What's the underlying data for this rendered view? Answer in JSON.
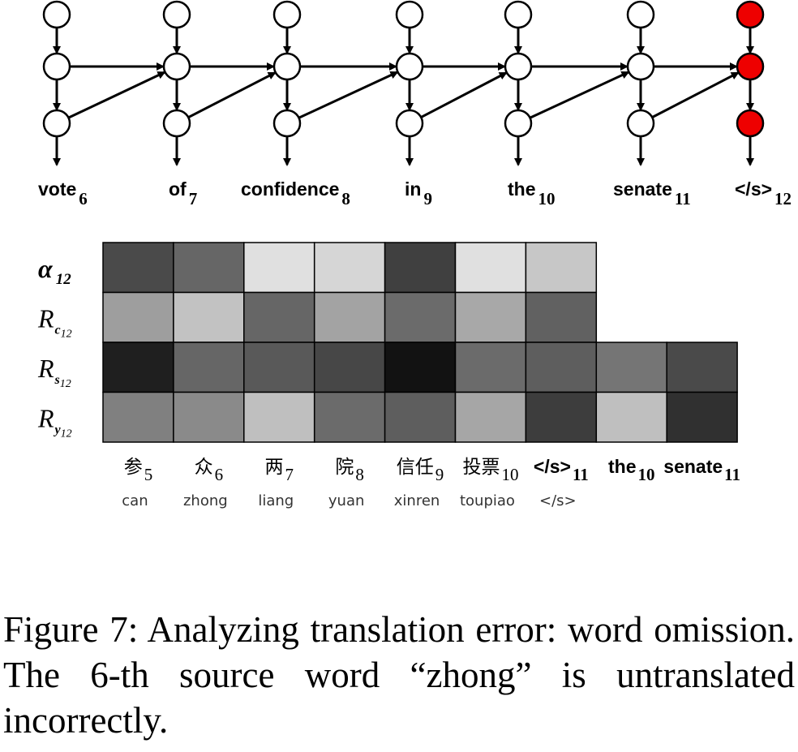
{
  "target_words": [
    {
      "word": "vote",
      "index": "6"
    },
    {
      "word": "of",
      "index": "7"
    },
    {
      "word": "confidence",
      "index": "8"
    },
    {
      "word": "in",
      "index": "9"
    },
    {
      "word": "the",
      "index": "10"
    },
    {
      "word": "senate",
      "index": "11"
    },
    {
      "word": "</s>",
      "index": "12"
    }
  ],
  "highlight_color": "#ee0000",
  "rows": [
    {
      "symbol": "α",
      "subscript": "12",
      "cells": [
        0.29,
        0.4,
        0.88,
        0.84,
        0.25,
        0.88,
        0.78
      ]
    },
    {
      "symbol": "R",
      "sub_letter": "c",
      "subscript": "12",
      "cells": [
        0.62,
        0.76,
        0.4,
        0.64,
        0.42,
        0.66,
        0.38
      ]
    },
    {
      "symbol": "R",
      "sub_letter": "s",
      "subscript": "12",
      "cells": [
        0.12,
        0.4,
        0.35,
        0.28,
        0.07,
        0.42,
        0.37,
        0.46,
        0.29
      ]
    },
    {
      "symbol": "R",
      "sub_letter": "y",
      "subscript": "12",
      "cells": [
        0.5,
        0.54,
        0.75,
        0.42,
        0.37,
        0.65,
        0.24,
        0.75,
        0.19
      ]
    }
  ],
  "source_words": [
    {
      "word": "参",
      "index": "5",
      "pinyin": "can",
      "bold": false
    },
    {
      "word": "众",
      "index": "6",
      "pinyin": "zhong",
      "bold": false
    },
    {
      "word": "两",
      "index": "7",
      "pinyin": "liang",
      "bold": false
    },
    {
      "word": "院",
      "index": "8",
      "pinyin": "yuan",
      "bold": false
    },
    {
      "word": "信任",
      "index": "9",
      "pinyin": "xinren",
      "bold": false
    },
    {
      "word": "投票",
      "index": "10",
      "pinyin": "toupiao",
      "bold": false
    },
    {
      "word": "</s>",
      "index": "11",
      "pinyin": "</s>",
      "bold": true
    },
    {
      "word": "the",
      "index": "10",
      "pinyin": "",
      "bold": true
    },
    {
      "word": "senate",
      "index": "11",
      "pinyin": "",
      "bold": true
    }
  ],
  "caption": "Figure 7: Analyzing translation error: word omission. The 6-th source word “zhong” is untranslated incorrectly."
}
